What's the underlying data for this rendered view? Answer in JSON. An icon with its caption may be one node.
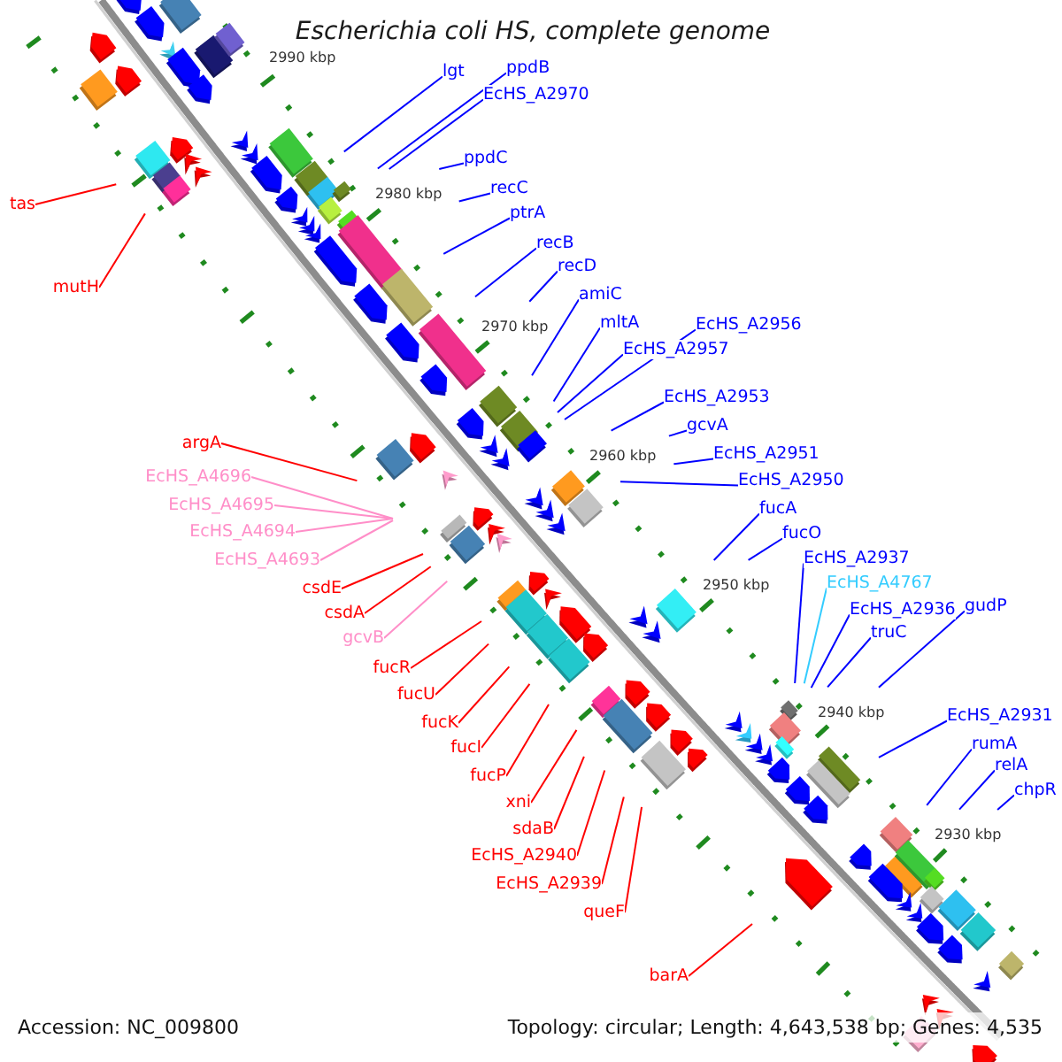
{
  "diagram": {
    "title": "Escherichia coli HS, complete genome",
    "nodes": [
      {
        "text": [
          "ppdB"
        ]
      },
      {
        "text": [
          "lgt"
        ]
      },
      {
        "text": [
          "EcHS_A2970"
        ]
      },
      {
        "text": [
          "ppdC"
        ]
      },
      {
        "text": [
          "recC"
        ]
      },
      {
        "text": [
          "tas"
        ]
      },
      {
        "text": [
          "ptrA"
        ]
      },
      {
        "text": [
          "recB"
        ]
      },
      {
        "text": [
          "recD"
        ]
      },
      {
        "text": [
          "mutH"
        ]
      },
      {
        "text": [
          "amiC"
        ]
      },
      {
        "text": [
          "mltA"
        ]
      },
      {
        "text": [
          "EcHS_A2956"
        ]
      },
      {
        "text": [
          "EcHS_A2957"
        ]
      },
      {
        "text": [
          "EcHS_A2953"
        ]
      },
      {
        "text": [
          "gcvA"
        ]
      },
      {
        "text": [
          "argA"
        ]
      },
      {
        "text": [
          "EcHS_A2951"
        ]
      },
      {
        "text": [
          "EcHS_A4696"
        ]
      },
      {
        "text": [
          "EcHS_A2950"
        ]
      },
      {
        "text": [
          "EcHS_A4695"
        ]
      },
      {
        "text": [
          "fucA"
        ]
      },
      {
        "text": [
          "EcHS_A4694"
        ]
      },
      {
        "text": [
          "fucO"
        ]
      },
      {
        "text": [
          "EcHS_A2937"
        ]
      },
      {
        "text": [
          "EcHS_A4693"
        ]
      },
      {
        "text": [
          "EcHS_A4767"
        ]
      },
      {
        "text": [
          "csdE"
        ]
      },
      {
        "text": [
          "gudP"
        ]
      },
      {
        "text": [
          "EcHS_A2936"
        ]
      },
      {
        "text": [
          "csdA"
        ]
      },
      {
        "text": [
          "truC"
        ]
      },
      {
        "text": [
          "gcvB"
        ]
      },
      {
        "text": [
          "fucR"
        ]
      },
      {
        "text": [
          "fucU"
        ]
      },
      {
        "text": [
          "EcHS_A2931"
        ]
      },
      {
        "text": [
          "fucK"
        ]
      },
      {
        "text": [
          "rumA"
        ]
      },
      {
        "text": [
          "fucI"
        ]
      },
      {
        "text": [
          "relA"
        ]
      },
      {
        "text": [
          "fucP"
        ]
      },
      {
        "text": [
          "chpR"
        ]
      },
      {
        "text": [
          "xni"
        ]
      },
      {
        "text": [
          "sdaB"
        ]
      },
      {
        "text": [
          "EcHS_A2940"
        ]
      },
      {
        "text": [
          "EcHS_A2939"
        ]
      },
      {
        "text": [
          "queF"
        ]
      },
      {
        "text": [
          "barA"
        ]
      }
    ],
    "edges": [
      {
        "from": 0,
        "to": null,
        "arrow": "none"
      },
      {
        "from": 1,
        "to": null,
        "arrow": "none"
      },
      {
        "from": 2,
        "to": null,
        "arrow": "none"
      },
      {
        "from": 3,
        "to": null,
        "arrow": "none"
      },
      {
        "from": 4,
        "to": null,
        "arrow": "none"
      },
      {
        "from": 5,
        "to": null,
        "arrow": "none",
        "color": "#ff0000"
      },
      {
        "from": 6,
        "to": null,
        "arrow": "none"
      },
      {
        "from": 7,
        "to": null,
        "arrow": "none"
      },
      {
        "from": 8,
        "to": null,
        "arrow": "none"
      },
      {
        "from": 9,
        "to": null,
        "arrow": "none",
        "color": "#ff0000"
      },
      {
        "from": 10,
        "to": null,
        "arrow": "none"
      },
      {
        "from": 11,
        "to": null,
        "arrow": "none"
      },
      {
        "from": 12,
        "to": null,
        "arrow": "none"
      },
      {
        "from": 13,
        "to": null,
        "arrow": "none"
      },
      {
        "from": 14,
        "to": null,
        "arrow": "none"
      },
      {
        "from": 15,
        "to": null,
        "arrow": "none"
      },
      {
        "from": 16,
        "to": null,
        "arrow": "none",
        "color": "#ff0000"
      },
      {
        "from": 17,
        "to": null,
        "arrow": "none"
      },
      {
        "from": 18,
        "to": null,
        "arrow": "none",
        "color": "#ff8ec8"
      },
      {
        "from": 19,
        "to": null,
        "arrow": "none"
      },
      {
        "from": 20,
        "to": null,
        "arrow": "none",
        "color": "#ff8ec8"
      },
      {
        "from": 21,
        "to": null,
        "arrow": "none"
      },
      {
        "from": 22,
        "to": null,
        "arrow": "none",
        "color": "#ff8ec8"
      },
      {
        "from": 23,
        "to": null,
        "arrow": "none"
      },
      {
        "from": 24,
        "to": null,
        "arrow": "none"
      },
      {
        "from": 25,
        "to": null,
        "arrow": "none",
        "color": "#ff8ec8"
      },
      {
        "from": 26,
        "to": null,
        "arrow": "none",
        "color": "#33ccff"
      },
      {
        "from": 27,
        "to": null,
        "arrow": "none",
        "color": "#ff0000"
      },
      {
        "from": 28,
        "to": null,
        "arrow": "none"
      },
      {
        "from": 29,
        "to": null,
        "arrow": "none"
      },
      {
        "from": 30,
        "to": null,
        "arrow": "none",
        "color": "#ff0000"
      },
      {
        "from": 31,
        "to": null,
        "arrow": "none"
      },
      {
        "from": 32,
        "to": null,
        "arrow": "none",
        "color": "#ff8ec8"
      },
      {
        "from": 33,
        "to": null,
        "arrow": "none",
        "color": "#ff0000"
      },
      {
        "from": 34,
        "to": null,
        "arrow": "none",
        "color": "#ff0000"
      },
      {
        "from": 35,
        "to": null,
        "arrow": "none"
      },
      {
        "from": 36,
        "to": null,
        "arrow": "none",
        "color": "#ff0000"
      },
      {
        "from": 37,
        "to": null,
        "arrow": "none"
      },
      {
        "from": 38,
        "to": null,
        "arrow": "none",
        "color": "#ff0000"
      },
      {
        "from": 39,
        "to": null,
        "arrow": "none"
      },
      {
        "from": 40,
        "to": null,
        "arrow": "none",
        "color": "#ff0000"
      },
      {
        "from": 41,
        "to": null,
        "arrow": "none"
      },
      {
        "from": 42,
        "to": null,
        "arrow": "none",
        "color": "#ff0000"
      },
      {
        "from": 43,
        "to": null,
        "arrow": "none",
        "color": "#ff0000"
      },
      {
        "from": 44,
        "to": null,
        "arrow": "none",
        "color": "#ff0000"
      },
      {
        "from": 45,
        "to": null,
        "arrow": "none",
        "color": "#ff0000"
      },
      {
        "from": 46,
        "to": null,
        "arrow": "none",
        "color": "#ff0000"
      },
      {
        "from": 47,
        "to": null,
        "arrow": "none",
        "color": "#ff0000"
      }
    ],
    "labels": [
      "2990 kbp",
      "2980 kbp",
      "2970 kbp",
      "2960 kbp",
      "2950 kbp",
      "2940 kbp",
      "2930 kbp",
      "Accession: NC_009800",
      "Topology: circular; Length: 4,643,538 bp; Genes: 4,535"
    ]
  }
}
